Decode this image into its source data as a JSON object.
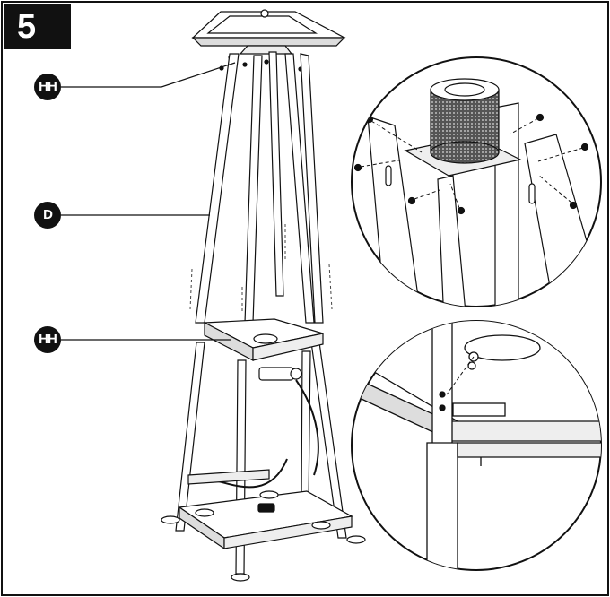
{
  "step": {
    "number": "5"
  },
  "callouts": [
    {
      "id": "hh-top",
      "label": "HH"
    },
    {
      "id": "d-leg",
      "label": "D"
    },
    {
      "id": "hh-bottom",
      "label": "HH"
    }
  ],
  "colors": {
    "ink": "#111111",
    "panel": "#ffffff",
    "mesh": "#3a3a3a",
    "shade": "#d9d9d9"
  }
}
